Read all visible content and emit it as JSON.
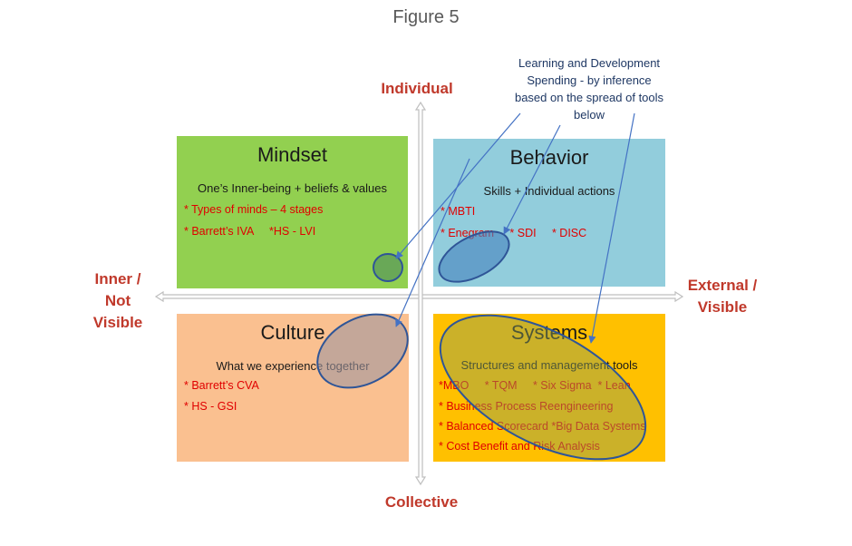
{
  "figure_title": "Figure 5",
  "axes": {
    "top": "Individual",
    "bottom": "Collective",
    "left_lines": [
      "Inner /",
      "Not",
      "Visible"
    ],
    "right_lines": [
      "External /",
      "Visible"
    ]
  },
  "callout": {
    "lines": [
      "Learning and Development",
      "Spending - by inference",
      "based on the spread of tools",
      "below"
    ]
  },
  "quadrants": {
    "mindset": {
      "title": "Mindset",
      "subtitle": "One’s Inner-being + beliefs & values",
      "tools": [
        "* Types of minds – 4 stages",
        "* Barrett’s IVA     *HS - LVI"
      ],
      "color": "#92d050"
    },
    "behavior": {
      "title": "Behavior",
      "subtitle": "Skills + Individual actions",
      "tools": [
        "* MBTI",
        "* Enegram     * SDI     * DISC"
      ],
      "color": "#92cddc"
    },
    "culture": {
      "title": "Culture",
      "subtitle": "What we experience together",
      "tools": [
        "* Barrett’s CVA",
        "* HS - GSI"
      ],
      "color": "#fac090"
    },
    "systems": {
      "title": "Systems",
      "subtitle": "Structures and management tools",
      "tools": [
        "*MBO     * TQM     * Six Sigma  * Lean",
        "* Business Process Reengineering",
        "* Balanced Scorecard  *Big Data Systems",
        "* Cost Benefit  and Risk  Analysis"
      ],
      "color": "#ffc000"
    }
  },
  "colors": {
    "axis": "#bfbfbf",
    "ellipse_stroke": "#2f5597",
    "callout_arrow": "#4472c4",
    "axis_label": "#c0392b",
    "tool_text": "#e00000"
  }
}
